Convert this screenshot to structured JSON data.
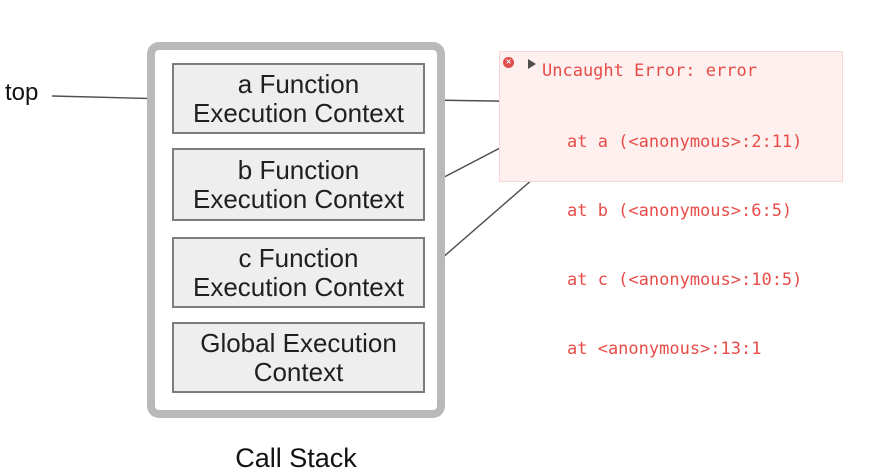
{
  "diagram": {
    "top_pointer_label": "top",
    "call_stack": {
      "caption": "Call Stack",
      "frames": [
        {
          "id": "a",
          "label": "a Function\nExecution Context"
        },
        {
          "id": "b",
          "label": "b Function\nExecution Context"
        },
        {
          "id": "c",
          "label": "c Function\nExecution Context"
        },
        {
          "id": "global",
          "label": "Global Execution\nContext"
        }
      ]
    }
  },
  "console_error": {
    "icon": "error-circle-x-icon",
    "expander": "disclosure-triangle-icon",
    "message": "Uncaught Error: error",
    "stack_frames": [
      "at a (<anonymous>:2:11)",
      "at b (<anonymous>:6:5)",
      "at c (<anonymous>:10:5)",
      "at <anonymous>:13:1"
    ]
  },
  "colors": {
    "console_background": "#fdf0ef",
    "console_border": "#f6d5d2",
    "console_text": "#e74c48",
    "error_icon_red": "#e04b4b",
    "frame_fill": "#eeeeee",
    "frame_border": "#7c7c7c",
    "container_border": "#b9b9b9",
    "arrow": "#4d4d4d",
    "diagram_text": "#1a1a1a"
  }
}
